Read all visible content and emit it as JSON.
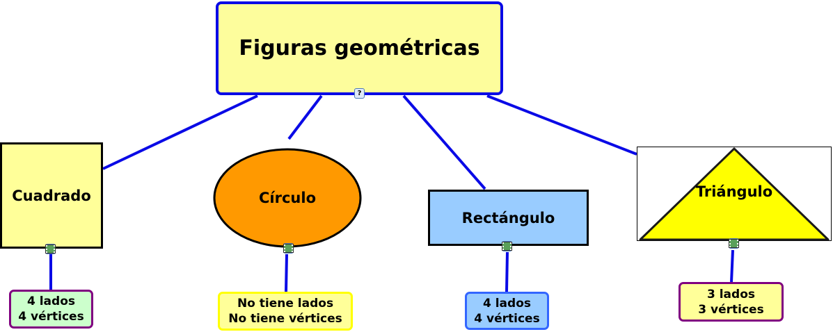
{
  "root": {
    "label": "Figuras geométricas"
  },
  "concepts": [
    {
      "label": "Cuadrado",
      "leaf": [
        "4 lados",
        "4 vértices"
      ]
    },
    {
      "label": "Círculo",
      "leaf": [
        "No tiene lados",
        "No tiene vértices"
      ]
    },
    {
      "label": "Rectángulo",
      "leaf": [
        "4 lados",
        "4 vértices"
      ]
    },
    {
      "label": "Triángulo",
      "leaf": [
        "3 lados",
        "3 vértices"
      ]
    }
  ],
  "colors": {
    "link": "#0a0ae6",
    "root_fill": "#fdfd9c",
    "orange": "#ff9900",
    "blue_fill": "#99ccff",
    "yellow": "#ffff00"
  }
}
